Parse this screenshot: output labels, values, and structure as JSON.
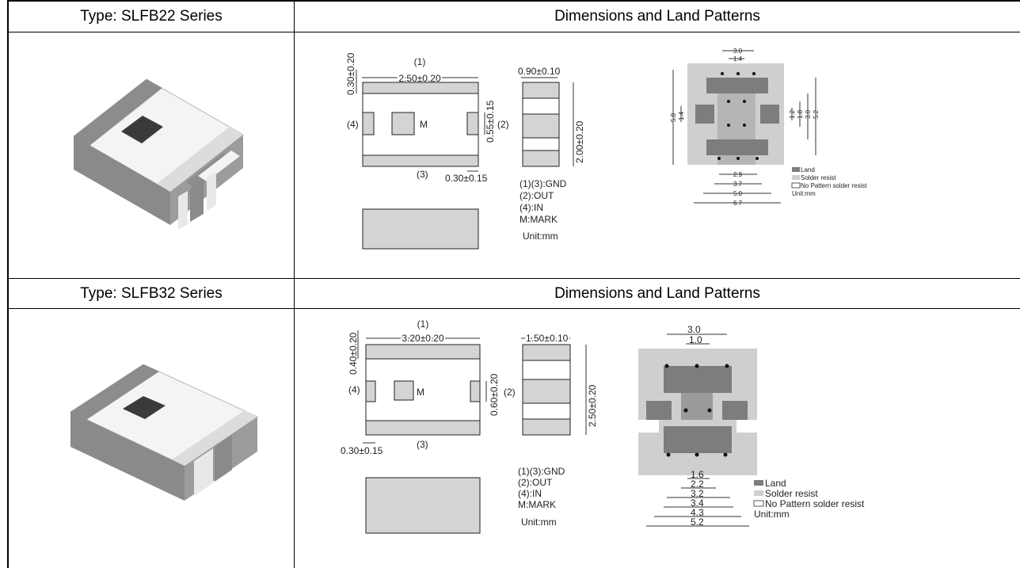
{
  "rows": [
    {
      "type_label": "Type: SLFB22 Series",
      "dims_label": "Dimensions and Land Patterns",
      "top_view": {
        "terminal1": "(1)",
        "terminal2": "(2)",
        "terminal3": "(3)",
        "terminal4": "(4)",
        "mark": "M",
        "length": "2.50±0.20",
        "band": "0.30±0.20",
        "pad_height": "0.55±0.15",
        "pad_width": "0.30±0.15"
      },
      "side_view": {
        "thickness": "0.90±0.10",
        "width": "2.00±0.20"
      },
      "pin_legend": [
        "(1)(3):GND",
        "(2):OUT",
        "(4):IN",
        "M:MARK",
        "Unit:mm"
      ],
      "land": {
        "top_dims": [
          "3.0",
          "1.4"
        ],
        "left_dims": [
          "5.8",
          "1.4"
        ],
        "right_dims": [
          "1.2",
          "1.8",
          "3.0",
          "5.2"
        ],
        "bottom_dims": [
          "2.9",
          "3.7",
          "5.0",
          "6.7"
        ],
        "legend": [
          "Land",
          "Solder resist",
          "No Pattern solder resist",
          "Unit:mm"
        ]
      }
    },
    {
      "type_label": "Type: SLFB32 Series",
      "dims_label": "Dimensions and Land Patterns",
      "top_view": {
        "terminal1": "(1)",
        "terminal2": "(2)",
        "terminal3": "(3)",
        "terminal4": "(4)",
        "mark": "M",
        "length": "3.20±0.20",
        "band": "0.40±0.20",
        "pad_height": "0.60±0.20",
        "pad_width": "0.30±0.15"
      },
      "side_view": {
        "thickness": "1.50±0.10",
        "width": "2.50±0.20"
      },
      "pin_legend": [
        "(1)(3):GND",
        "(2):OUT",
        "(4):IN",
        "M:MARK",
        "Unit:mm"
      ],
      "land": {
        "top_dims": [
          "3.0",
          "1.0"
        ],
        "bottom_dims": [
          "1.6",
          "2.2",
          "3.2",
          "3.4",
          "4.3",
          "5.2"
        ],
        "legend": [
          "Land",
          "Solder  resist",
          "No Pattern solder resist",
          "Unit:mm"
        ]
      }
    }
  ],
  "colors": {
    "land": "#7d7d7d",
    "solder_resist": "#c8c8c8",
    "component_body": "#ffffff",
    "component_band": "#d0d0d0"
  }
}
